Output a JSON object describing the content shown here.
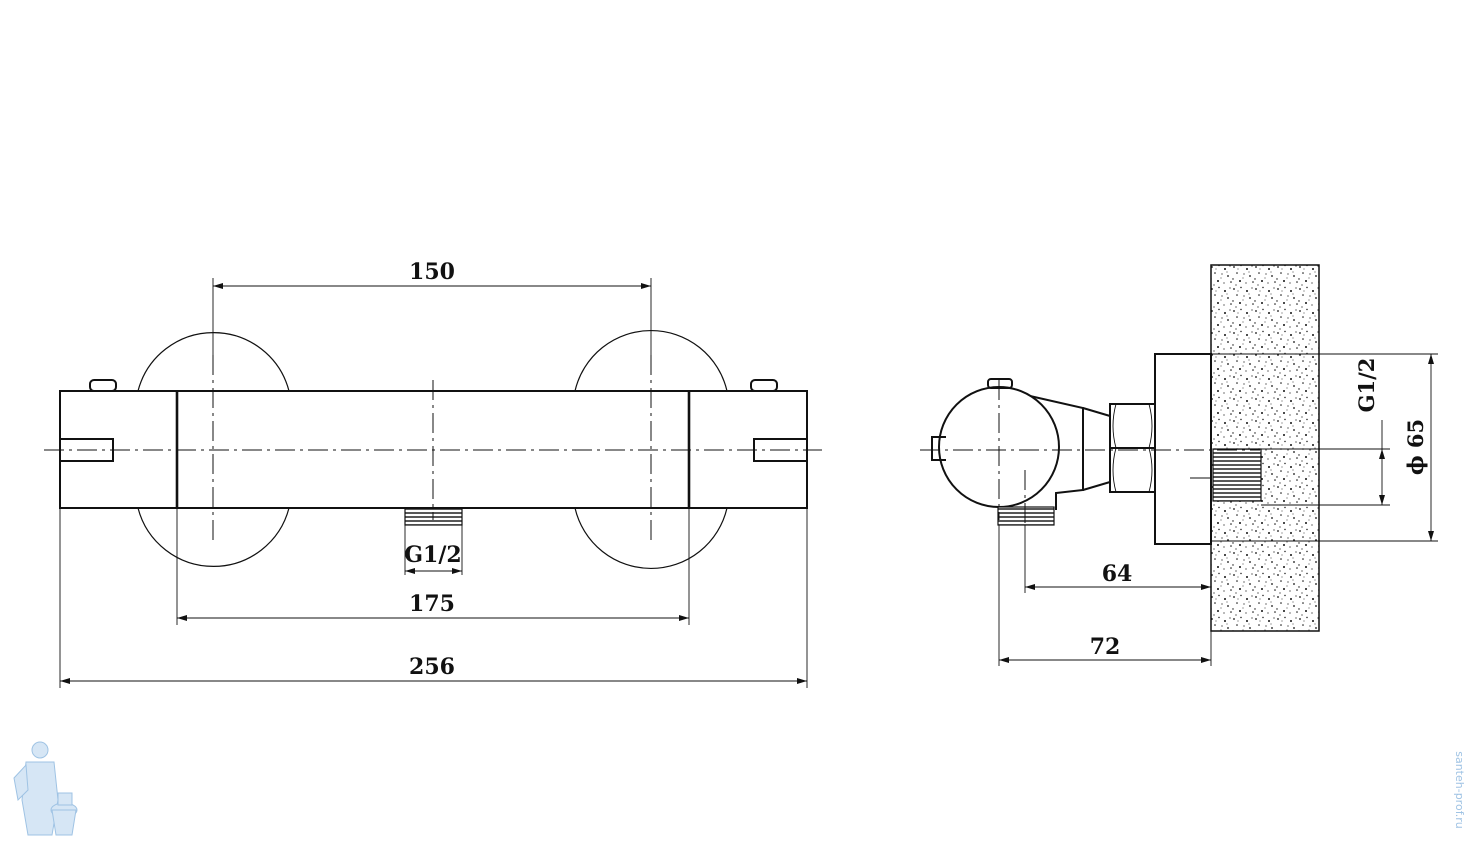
{
  "front_view": {
    "dim_top": "150",
    "dim_middle": "175",
    "dim_bottom": "256",
    "thread_label": "G1/2"
  },
  "side_view": {
    "dim_64": "64",
    "dim_72": "72",
    "thread_label": "G1/2",
    "diameter_label": "ϕ 65"
  },
  "watermark": {
    "text": "santeh-prof.ru"
  },
  "colors": {
    "line": "#111111",
    "watermark": "#9fc3e4"
  }
}
